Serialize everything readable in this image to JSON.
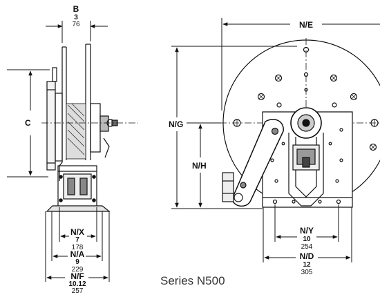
{
  "caption": "Series N500",
  "dims": {
    "b": {
      "label": "B",
      "inch": "3",
      "mm": "76"
    },
    "c": {
      "label": "C"
    },
    "nx": {
      "label": "N/X",
      "inch": "7",
      "mm": "178"
    },
    "na": {
      "label": "N/A",
      "inch": "9",
      "mm": "229"
    },
    "nf": {
      "label": "N/F",
      "inch": "10.12",
      "mm": "257"
    },
    "ne": {
      "label": "N/E"
    },
    "ng": {
      "label": "N/G"
    },
    "nh": {
      "label": "N/H"
    },
    "ny": {
      "label": "N/Y",
      "inch": "10",
      "mm": "254"
    },
    "nd": {
      "label": "N/D",
      "inch": "12",
      "mm": "305"
    }
  }
}
